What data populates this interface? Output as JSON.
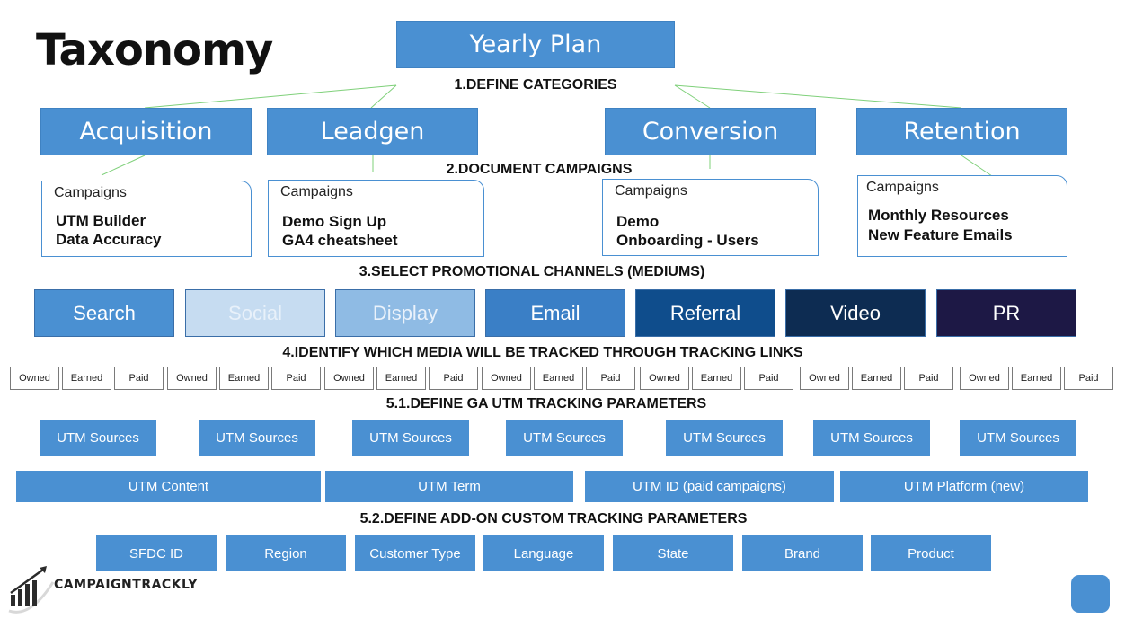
{
  "title": "Taxonomy",
  "root": "Yearly Plan",
  "steps": {
    "s1": "1.DEFINE CATEGORIES",
    "s2": "2.DOCUMENT CAMPAIGNS",
    "s3": "3.SELECT PROMOTIONAL CHANNELS (MEDIUMS)",
    "s4": "4.IDENTIFY WHICH MEDIA WILL BE TRACKED THROUGH TRACKING LINKS",
    "s51": "5.1.DEFINE GA UTM TRACKING PARAMETERS",
    "s52": "5.2.DEFINE ADD-ON CUSTOM TRACKING PARAMETERS"
  },
  "categories": [
    "Acquisition",
    "Leadgen",
    "Conversion",
    "Retention"
  ],
  "campaigns": [
    {
      "label": "Campaigns",
      "items": [
        "UTM Builder",
        "Data Accuracy"
      ]
    },
    {
      "label": "Campaigns",
      "items": [
        "Demo Sign Up",
        "GA4 cheatsheet"
      ]
    },
    {
      "label": "Campaigns",
      "items": [
        "Demo",
        "Onboarding - Users"
      ]
    },
    {
      "label": "Campaigns",
      "items": [
        "Monthly Resources",
        "New Feature Emails"
      ]
    }
  ],
  "channels": [
    {
      "name": "Search",
      "bg": "#4a90d2",
      "fg": "#ffffff"
    },
    {
      "name": "Social",
      "bg": "#c6dcf1",
      "fg": "#e8f1fa"
    },
    {
      "name": "Display",
      "bg": "#8fbbe4",
      "fg": "#eaf2fb"
    },
    {
      "name": "Email",
      "bg": "#3a7fc6",
      "fg": "#ffffff"
    },
    {
      "name": "Referral",
      "bg": "#0f4d8c",
      "fg": "#ffffff"
    },
    {
      "name": "Video",
      "bg": "#0d2c52",
      "fg": "#ffffff"
    },
    {
      "name": "PR",
      "bg": "#1d1845",
      "fg": "#ffffff"
    }
  ],
  "media_types": [
    "Owned",
    "Earned",
    "Paid"
  ],
  "utm_sources": [
    "UTM Sources",
    "UTM Sources",
    "UTM Sources",
    "UTM Sources",
    "UTM Sources",
    "UTM Sources",
    "UTM Sources"
  ],
  "utm_params": [
    "UTM Content",
    "UTM Term",
    "UTM ID (paid campaigns)",
    "UTM Platform (new)"
  ],
  "addon_params": [
    "SFDC ID",
    "Region",
    "Customer Type",
    "Language",
    "State",
    "Brand",
    "Product"
  ],
  "brand": "CAMPAIGNTRACKLY",
  "colors": {
    "accent": "#4a90d2",
    "connector": "#7fd07a"
  }
}
